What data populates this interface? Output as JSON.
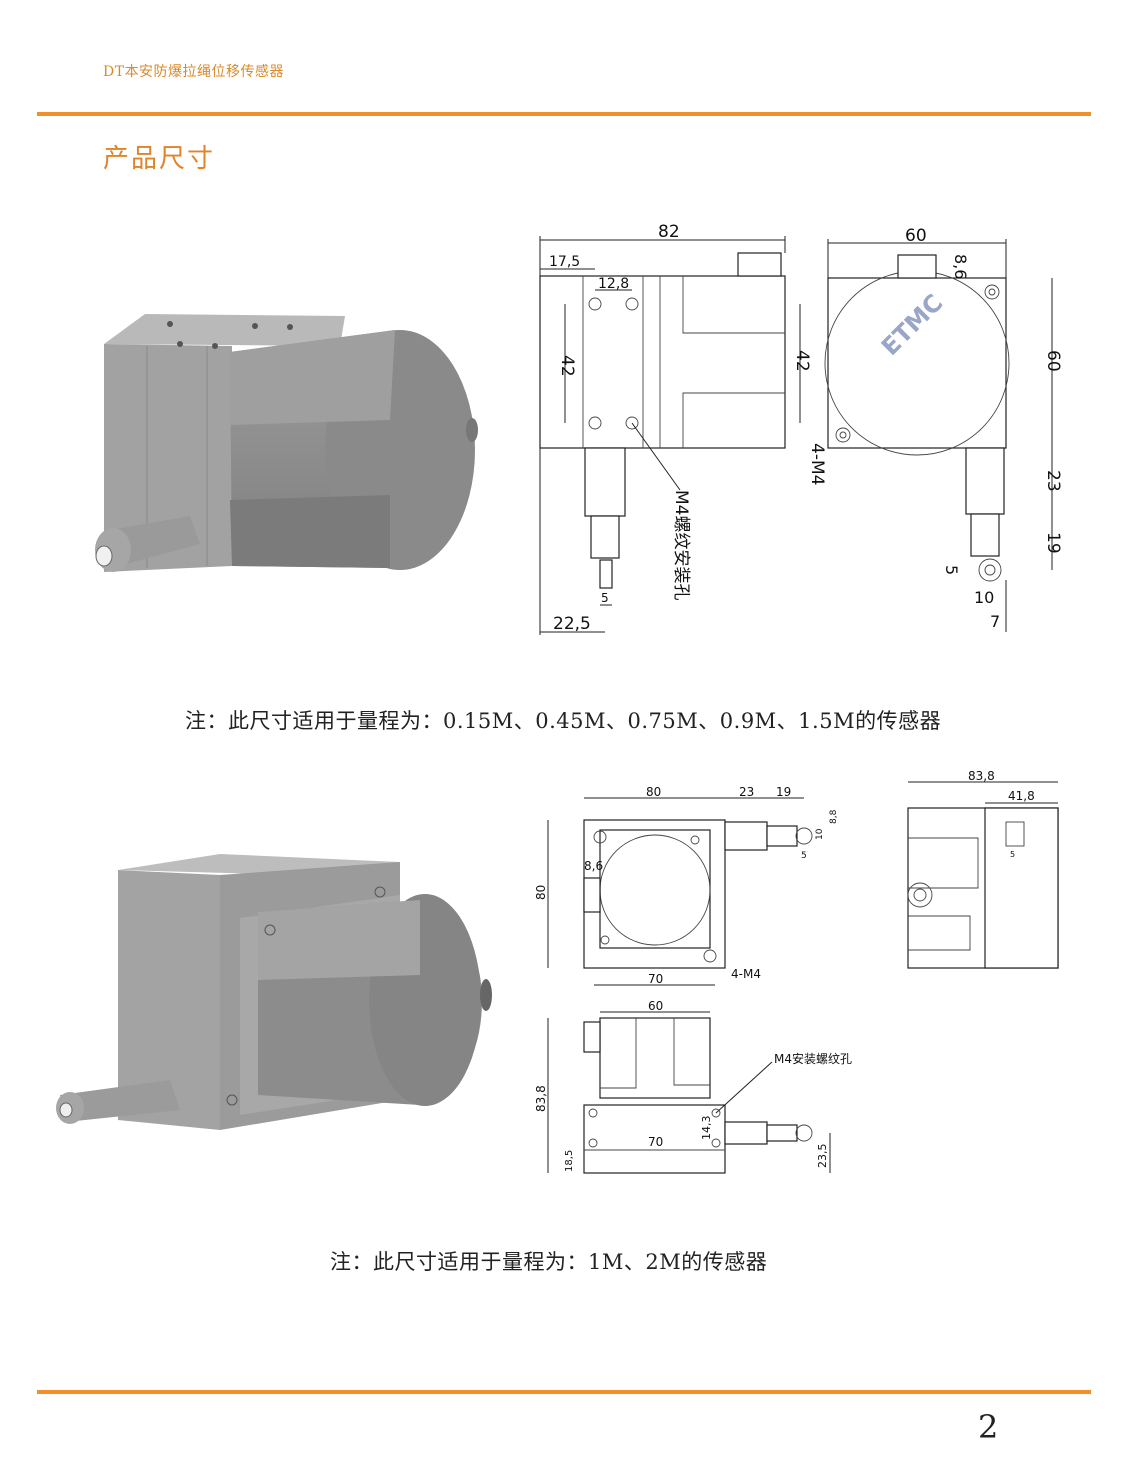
{
  "header": {
    "title": "DT本安防爆拉绳位移传感器"
  },
  "section": {
    "title": "产品尺寸"
  },
  "drawing1": {
    "dims": {
      "d82": "82",
      "d17_5": "17,5",
      "d12_8": "12,8",
      "d42a": "42",
      "d42b": "42",
      "d4m4": "4-M4",
      "d5": "5",
      "d22_5": "22,5",
      "d60a": "60",
      "d8_6": "8,6",
      "d60b": "60",
      "d23": "23",
      "d19": "19",
      "d5b": "5",
      "d10": "10",
      "d7": "7"
    },
    "callout": "M4螺纹安装孔",
    "logo": "ETMC"
  },
  "note1": "注：此尺寸适用于量程为：0.15M、0.45M、0.75M、0.9M、1.5M的传感器",
  "drawing2": {
    "dims": {
      "d80": "80",
      "d23": "23",
      "d19": "19",
      "d8_8": "8,8",
      "d10": "10",
      "d5": "5",
      "d8_6": "8,6",
      "d80v": "80",
      "d70": "70",
      "d4m4": "4-M4",
      "d83_8": "83,8",
      "d41_8": "41,8",
      "d5b": "5",
      "d60": "60",
      "d83_8v": "83,8",
      "d14_3": "14,3",
      "d70b": "70",
      "d18_5": "18,5",
      "d23_5": "23,5"
    },
    "callout": "M4安装螺纹孔"
  },
  "note2": "注：此尺寸适用于量程为：1M、2M的传感器",
  "footer": {
    "page_number": "2"
  }
}
